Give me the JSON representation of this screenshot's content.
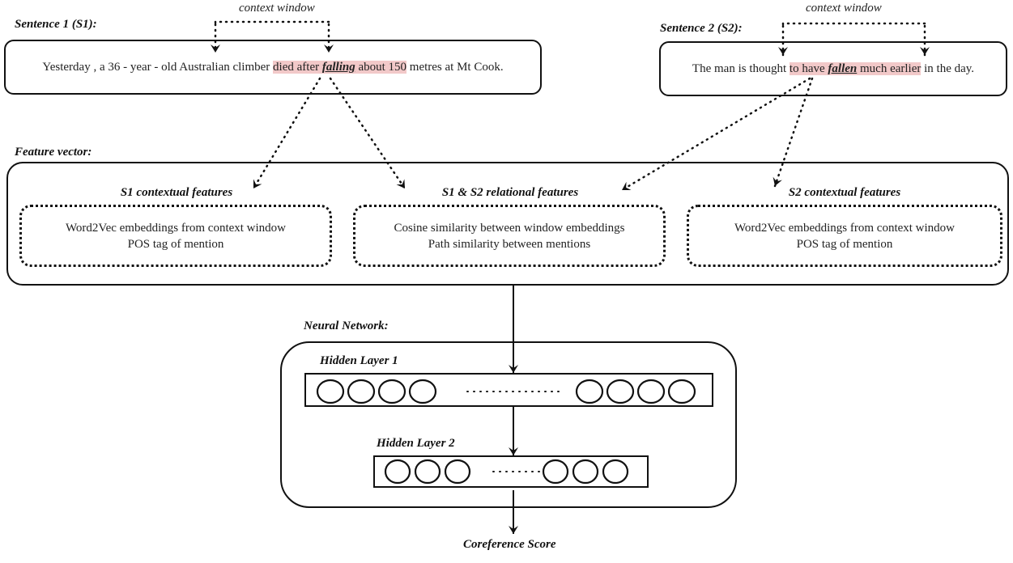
{
  "sentence1": {
    "label": "Sentence 1 (S1):",
    "context_label": "context window",
    "text_before": "Yesterday , a 36 - year - old Australian climber ",
    "window_before": "died after ",
    "mention": "falling",
    "window_after": " about 150",
    "text_after": " metres at Mt Cook."
  },
  "sentence2": {
    "label": "Sentence 2 (S2):",
    "context_label": "context window",
    "text_before": "The man is thought ",
    "window_before": "to have ",
    "mention": "fallen",
    "window_after": " much earlier",
    "text_after": " in the day."
  },
  "feature_vector": {
    "label": "Feature vector:",
    "groups": [
      {
        "title": "S1 contextual features",
        "lines": [
          "Word2Vec embeddings from context window",
          "POS tag of mention"
        ]
      },
      {
        "title": "S1 & S2  relational features",
        "lines": [
          "Cosine similarity between window embeddings",
          "Path similarity between mentions"
        ]
      },
      {
        "title": "S2 contextual features",
        "lines": [
          "Word2Vec embeddings from context window",
          "POS tag of mention"
        ]
      }
    ]
  },
  "neural_network": {
    "label": "Neural Network:",
    "layers": [
      {
        "title": "Hidden Layer 1",
        "left_nodes": 4,
        "right_nodes": 4
      },
      {
        "title": "Hidden Layer 2",
        "left_nodes": 3,
        "right_nodes": 3
      }
    ],
    "output_label": "Coreference Score"
  },
  "colors": {
    "highlight": "#f2c9c9",
    "stroke": "#111111"
  }
}
